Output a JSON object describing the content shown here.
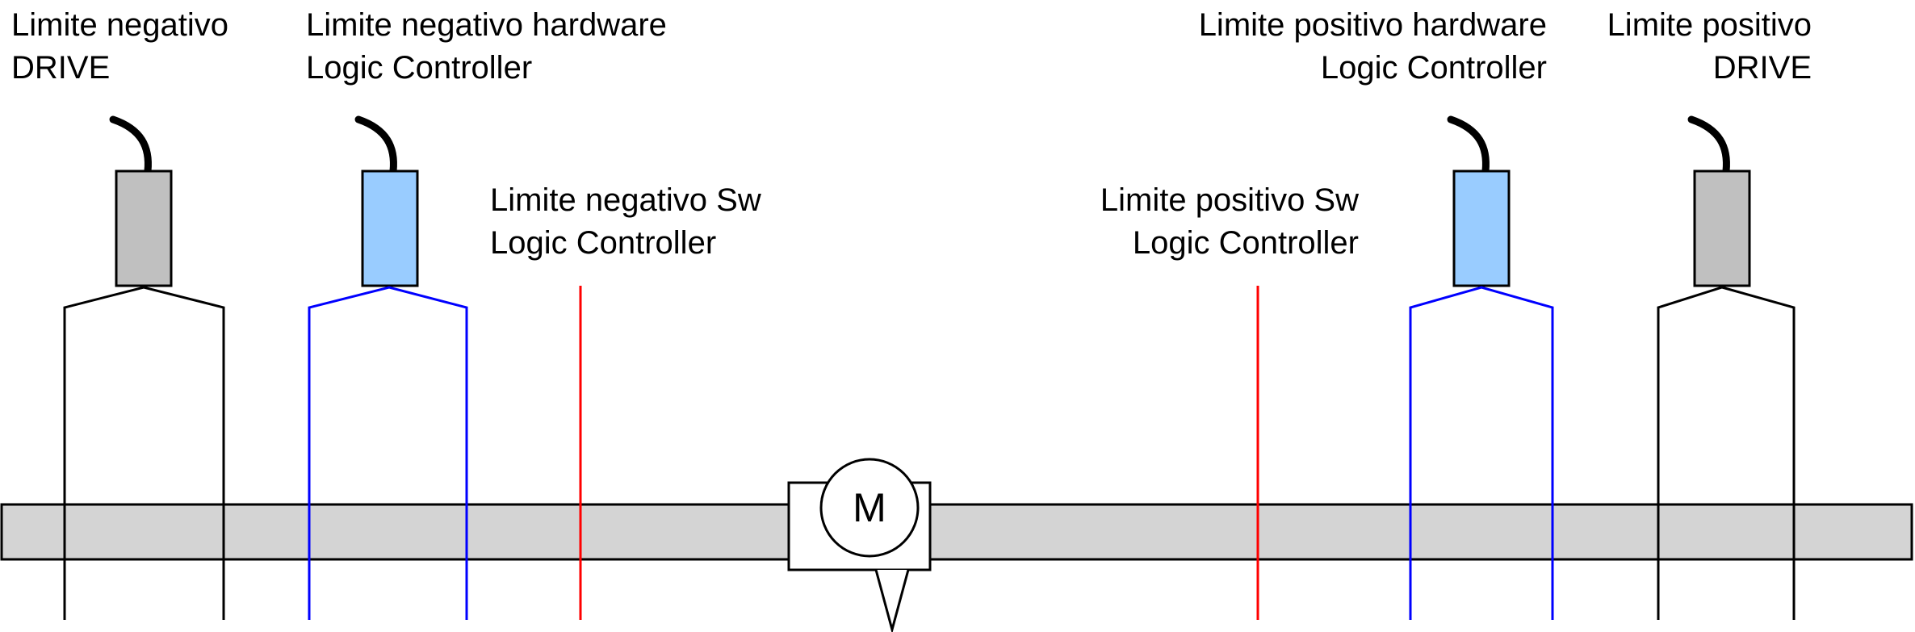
{
  "labels": {
    "neg_drive": {
      "line1": "Limite negativo",
      "line2": "DRIVE"
    },
    "neg_hw": {
      "line1": "Limite negativo hardware",
      "line2": "Logic Controller"
    },
    "neg_sw": {
      "line1": "Limite negativo Sw",
      "line2": "Logic Controller"
    },
    "pos_sw": {
      "line1": "Limite positivo Sw",
      "line2": "Logic Controller"
    },
    "pos_hw": {
      "line1": "Limite positivo hardware",
      "line2": "Logic Controller"
    },
    "pos_drive": {
      "line1": "Limite positivo",
      "line2": "DRIVE"
    }
  },
  "motor": {
    "label": "M"
  },
  "colors": {
    "drive_sensor": "#c0c0c0",
    "hw_sensor": "#99ccff",
    "drive_limit_line": "#000000",
    "hw_limit_line": "#0000ff",
    "sw_limit_line": "#ff0000",
    "rail": "#d4d4d4",
    "motor_body": "#ffffff"
  }
}
